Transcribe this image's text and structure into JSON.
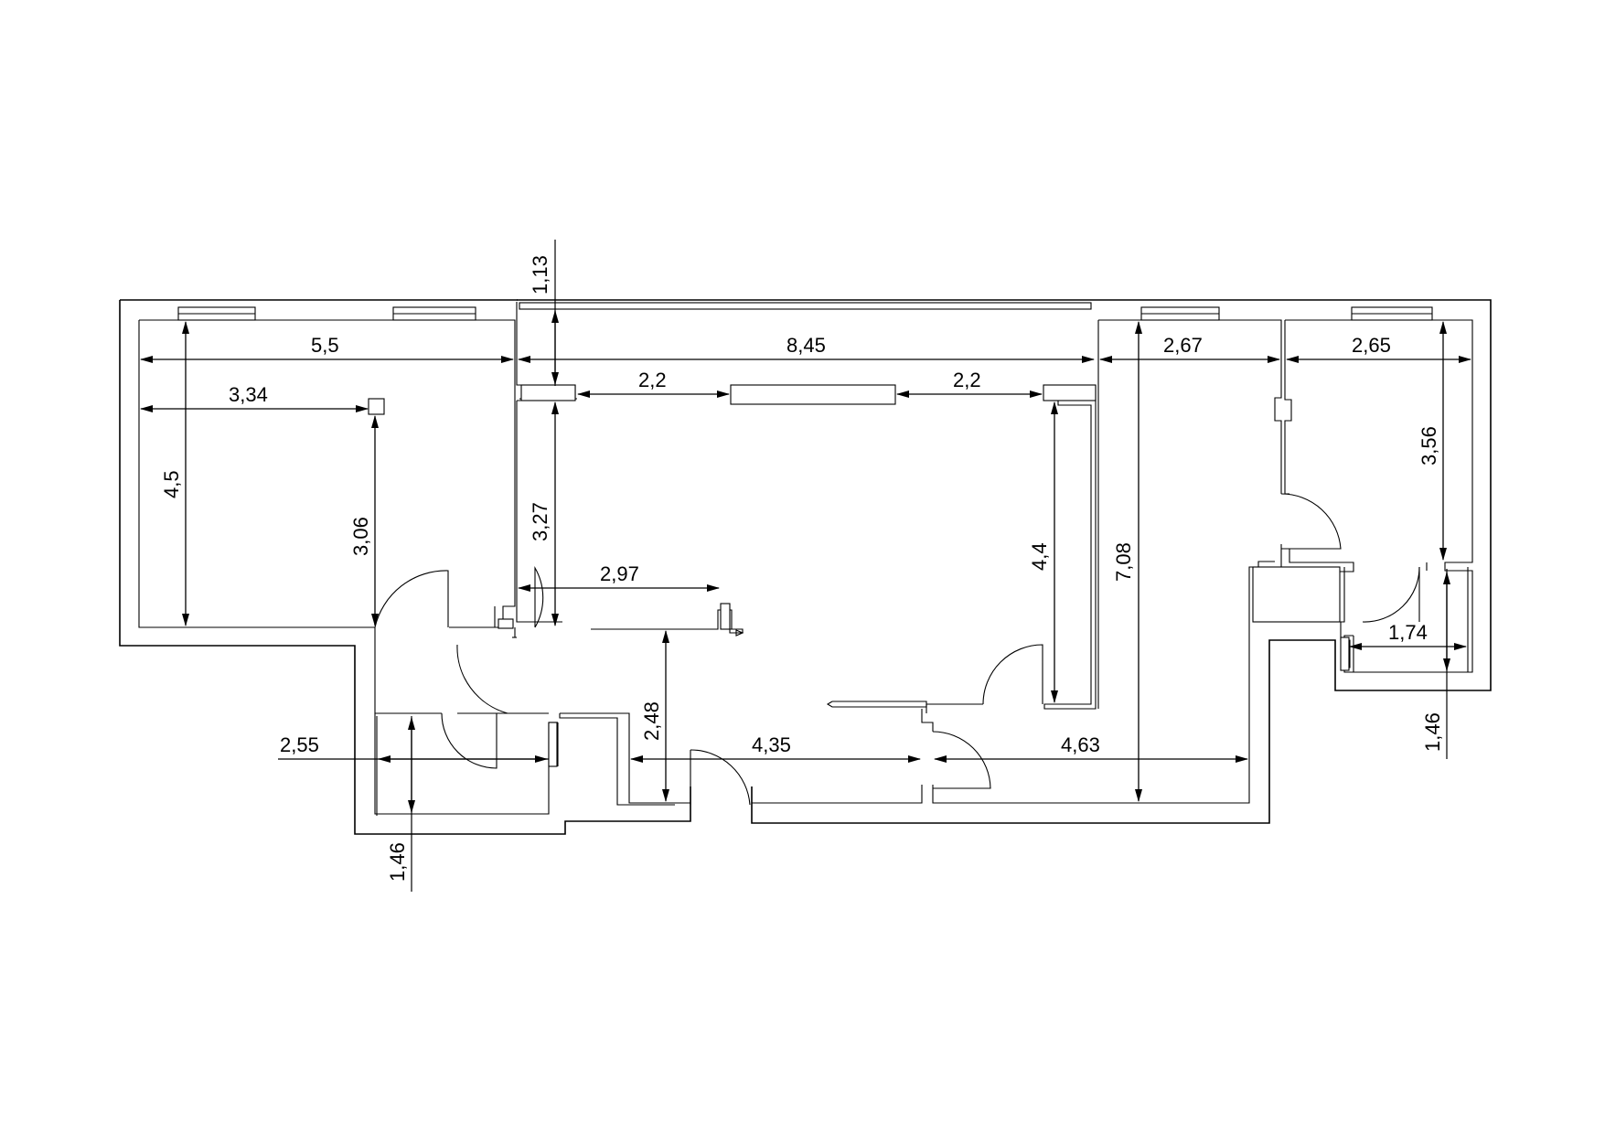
{
  "dimensions": {
    "balcony_depth": "1,13",
    "left_room_width": "5,5",
    "left_room_to_column": "3,34",
    "left_room_depth": "4,5",
    "column_to_wall": "3,06",
    "living_width": "8,45",
    "living_left_window_gap": "2,2",
    "living_right_window_gap": "2,2",
    "living_left_depth": "3,27",
    "living_inner_wall": "2,97",
    "living_right_depth": "4,4",
    "right_room1_width": "2,67",
    "total_depth_right": "7,08",
    "right_room2_width": "2,65",
    "right_room2_depth": "3,56",
    "bath_right_width": "1,74",
    "bath_right_depth": "1,46",
    "bath_left_width": "2,55",
    "bath_left_depth": "1,46",
    "corridor_depth": "2,48",
    "hall_width_left": "4,35",
    "hall_width_right": "4,63"
  }
}
